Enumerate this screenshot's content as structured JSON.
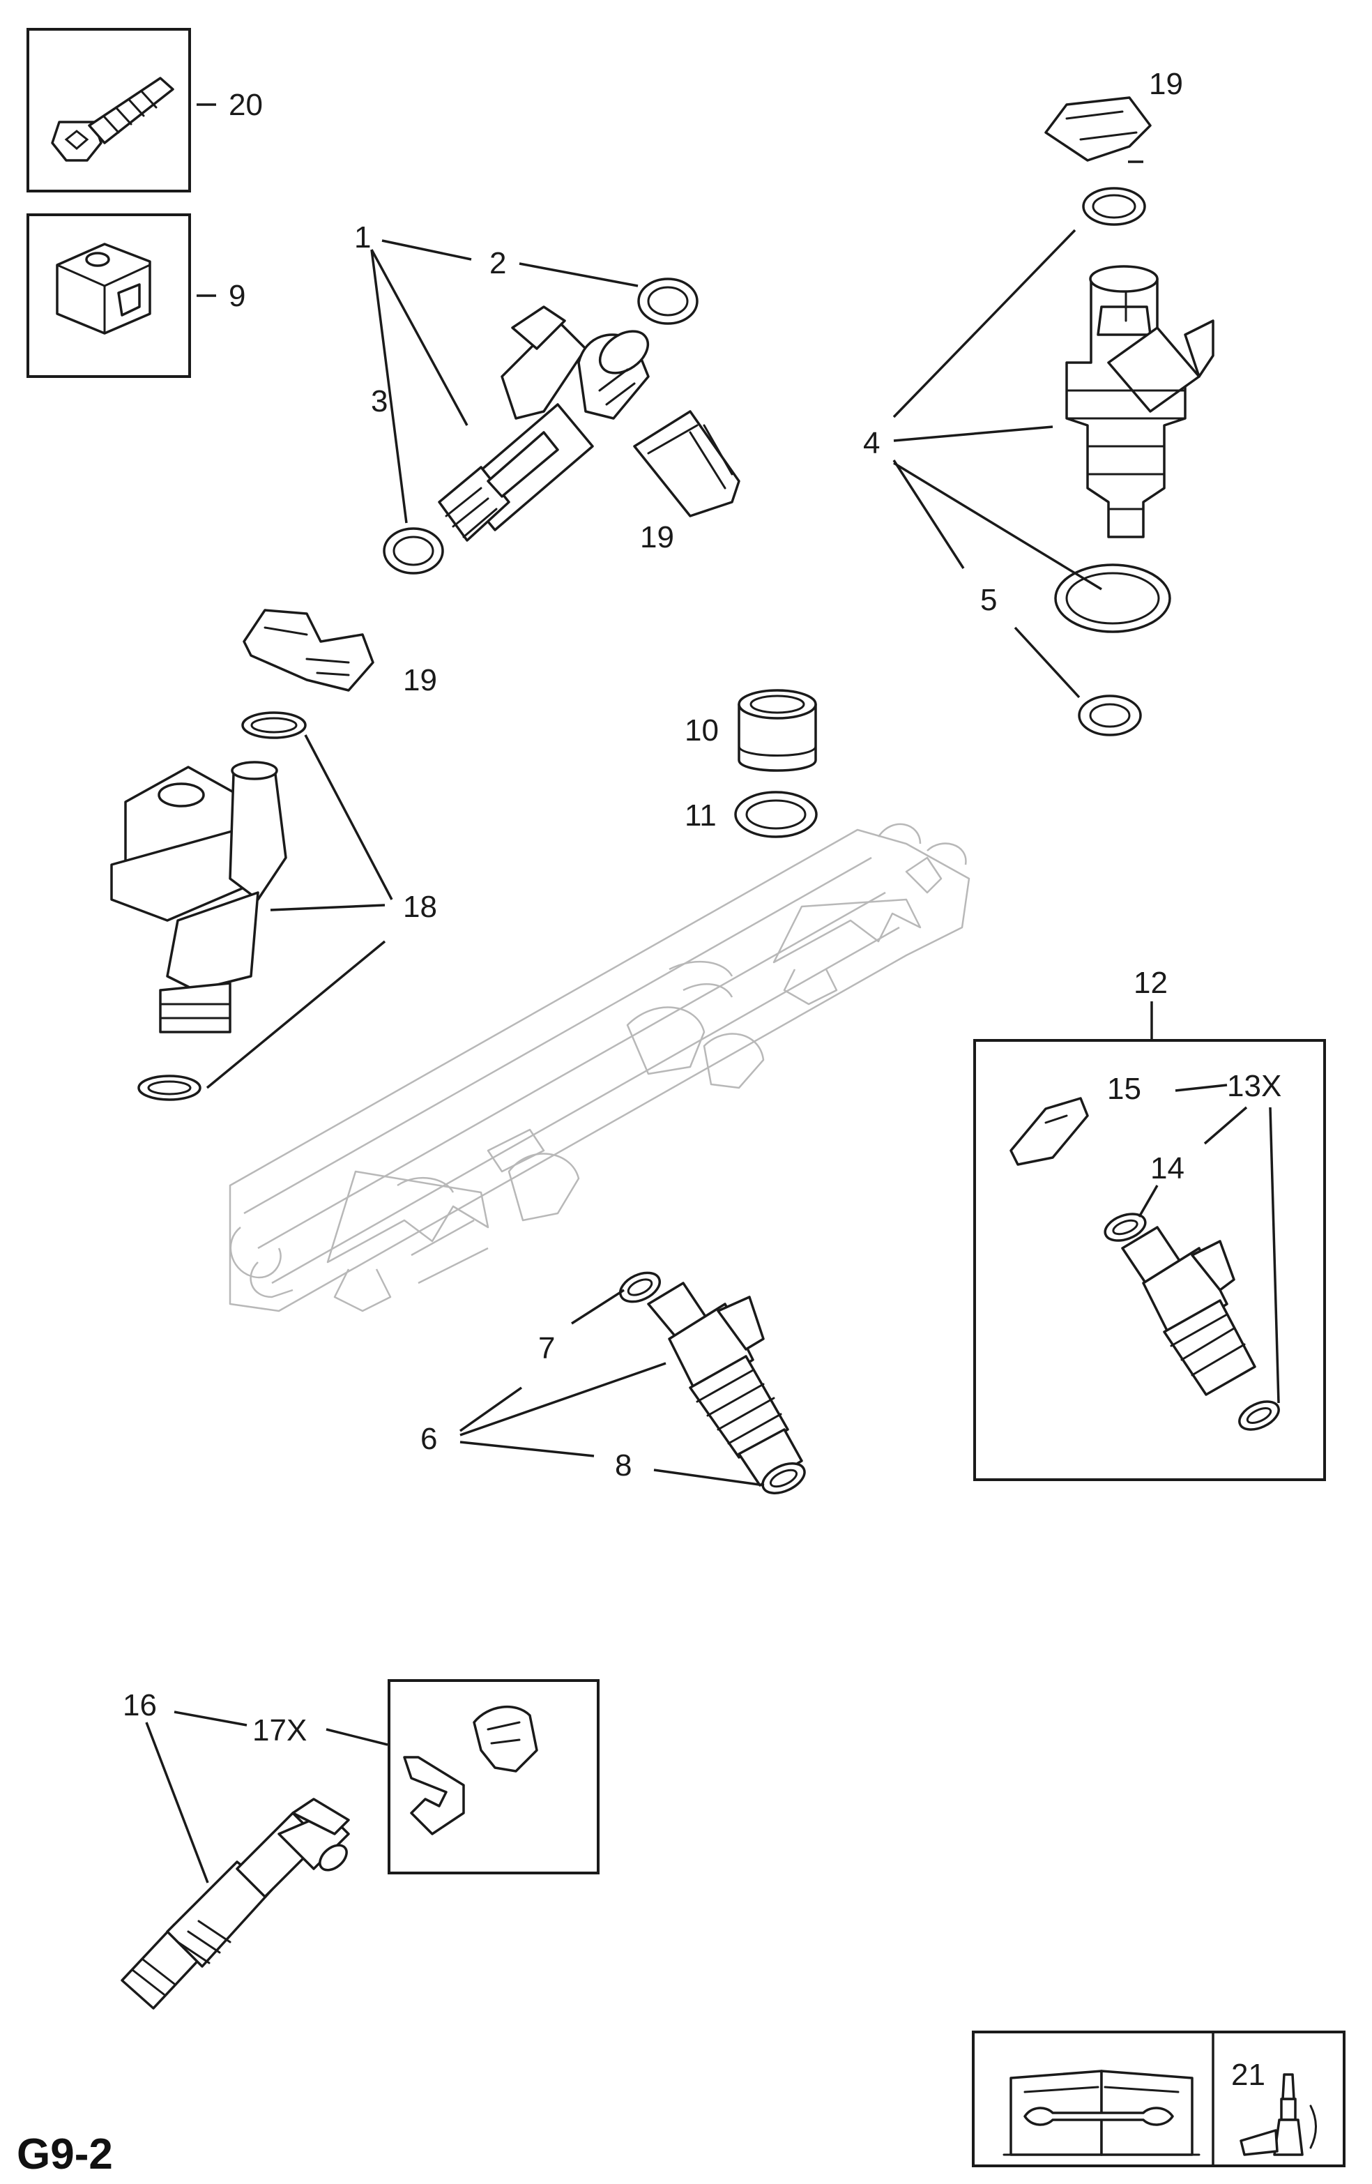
{
  "diagram": {
    "page_code": "G9-2",
    "callouts": {
      "c1": "1",
      "c2": "2",
      "c3": "3",
      "c4": "4",
      "c5": "5",
      "c6": "6",
      "c7": "7",
      "c8": "8",
      "c9": "9",
      "c10": "10",
      "c11": "11",
      "c12": "12",
      "c13": "13X",
      "c14": "14",
      "c15": "15",
      "c16": "16",
      "c17": "17X",
      "c18": "18",
      "c19a": "19",
      "c19b": "19",
      "c19c": "19",
      "c20": "20",
      "c21": "21"
    },
    "icons": {
      "bolt": "bolt-icon",
      "clip-block": "clip-block-icon",
      "manual": "manual-book-icon",
      "sealant": "sealant-tube-icon"
    }
  }
}
